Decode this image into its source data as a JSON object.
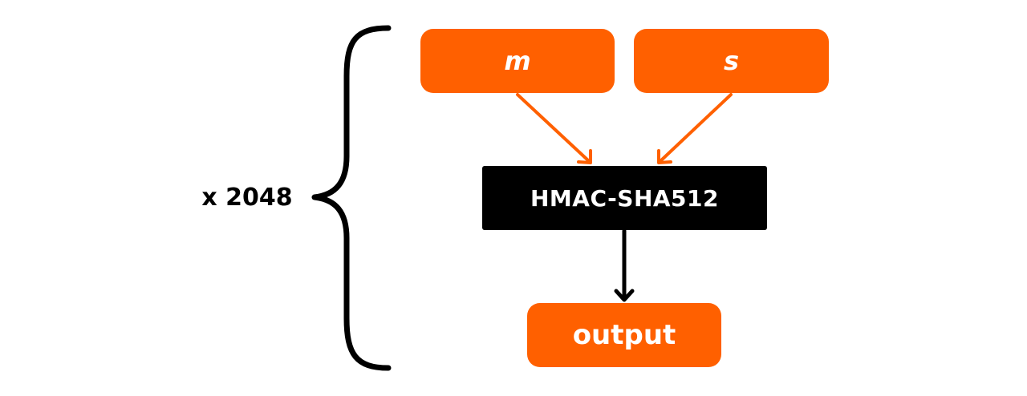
{
  "diagram": {
    "inputs": [
      {
        "label": "m"
      },
      {
        "label": "s"
      }
    ],
    "function": {
      "label": "HMAC-SHA512"
    },
    "output": {
      "label": "output"
    },
    "repeat": {
      "label": "x 2048"
    }
  },
  "colors": {
    "accent": "#ff6000",
    "function_box": "#000000",
    "arrow_input": "#ff6000",
    "arrow_output": "#000000",
    "brace": "#000000",
    "text_on_box": "#ffffff"
  },
  "edges": [
    {
      "from": "m",
      "to": "HMAC-SHA512"
    },
    {
      "from": "s",
      "to": "HMAC-SHA512"
    },
    {
      "from": "HMAC-SHA512",
      "to": "output"
    }
  ]
}
